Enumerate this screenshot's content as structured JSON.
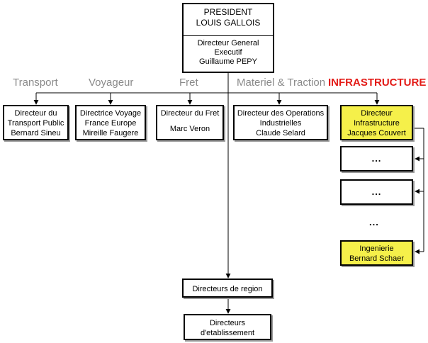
{
  "president": {
    "title": "PRESIDENT",
    "name": "LOUIS GALLOIS",
    "dg_line1": "Directeur General",
    "dg_line2": "Executif",
    "dg_name": "Guillaume PEPY"
  },
  "departments": [
    {
      "label": "Transport"
    },
    {
      "label": "Voyageur"
    },
    {
      "label": "Fret"
    },
    {
      "label": "Materiel & Traction"
    },
    {
      "label": "INFRASTRUCTURE",
      "color": "#e31b17"
    }
  ],
  "directors": [
    {
      "line1": "Directeur du",
      "line2": "Transport Public",
      "name": "Bernard Sineu"
    },
    {
      "line1": "Directrice Voyage",
      "line2": "France Europe",
      "name": "Mireille Faugere"
    },
    {
      "line1": "Directeur du Fret",
      "line2": "",
      "name": "Marc Veron"
    },
    {
      "line1": "Directeur des Operations",
      "line2": "Industrielles",
      "name": "Claude Selard"
    },
    {
      "line1": "Directeur",
      "line2": "Infrastructure",
      "name": "Jacques Couvert",
      "color": "#f5f04a"
    }
  ],
  "infra_chain": {
    "placeholder1": "...",
    "placeholder2": "...",
    "free_dots": "...",
    "ingenierie_title": "Ingenierie",
    "ingenierie_name": "Bernard Schaer"
  },
  "regions": {
    "directeurs_region": "Directeurs de region",
    "etab_line1": "Directeurs",
    "etab_line2": "d'etablissement"
  }
}
